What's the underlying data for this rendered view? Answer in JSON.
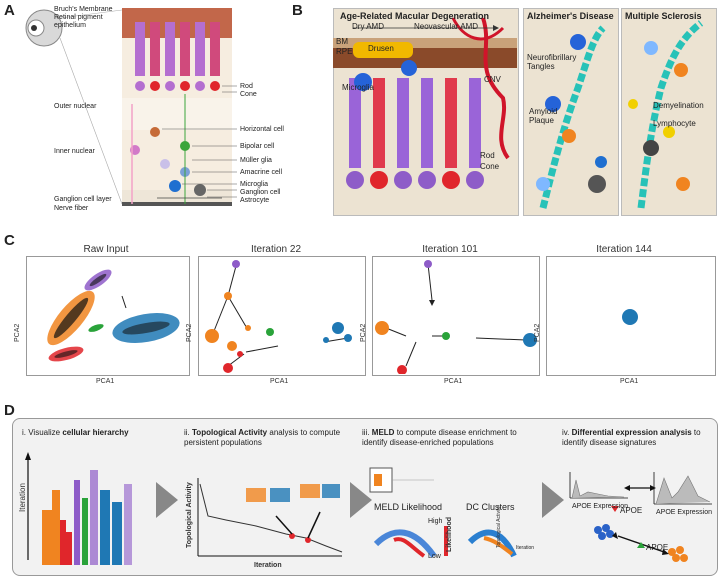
{
  "panels": {
    "A": {
      "letter": "A",
      "labels_top": [
        "Bruch's Membrane",
        "Retinal pigment",
        "epithelium"
      ],
      "labels_right": [
        "Rod",
        "Cone",
        "Horizontal cell",
        "Bipolar cell",
        "Müller glia",
        "Amacrine cell",
        "Microglia",
        "Ganglion cell",
        "Astrocyte"
      ],
      "labels_left": [
        "Outer nuclear",
        "Inner nuclear",
        "Ganglion cell layer",
        "Nerve fiber"
      ]
    },
    "B": {
      "letter": "B",
      "amd_title": "Age-Related Macular Degeneration",
      "dry_amd": "Dry AMD",
      "neo_amd": "Neovascular AMD",
      "bm": "BM",
      "rpe": "RPE",
      "drusen": "Drusen",
      "cnv": "CNV",
      "microglia": "Microglia",
      "rod": "Rod",
      "cone": "Cone",
      "alz_title": "Alzheimer's Disease",
      "neurofib1": "Neurofibrillary",
      "neurofib2": "Tangles",
      "amyloid1": "Amyloid",
      "amyloid2": "Plaque",
      "ms_title": "Multiple Sclerosis",
      "demyel": "Demyelination",
      "lymph": "Lymphocyte"
    },
    "C": {
      "letter": "C",
      "titles": [
        "Raw Input",
        "Iteration 22",
        "Iteration 101",
        "Iteration 144"
      ],
      "xlabel": "PCA1",
      "ylabel": "PCA2"
    },
    "D": {
      "letter": "D",
      "step1_num": "i.",
      "step1_pre": "Visualize ",
      "step1_bold": "cellular hierarchy",
      "step1_axis": "Iteration",
      "step2_num": "ii.",
      "step2_bold": "Topological Activity",
      "step2_rest": " analysis to compute persistent populations",
      "step2_ylabel": "Topological Activity",
      "step2_xlabel": "Iteration",
      "step3_num": "iii.",
      "step3_bold": "MELD",
      "step3_rest": " to compute disease enrichment to identify disease-enriched populations",
      "meld_likelihood": "MELD Likelihood",
      "dc_clusters": "DC Clusters",
      "high": "High",
      "low": "Low",
      "likelihood_v": "Likelihood",
      "iteration_small": "Iteration",
      "topact_small": "Topological Activity",
      "step4_num": "iv.",
      "step4_bold": "Differential expression analysis",
      "step4_rest": " to identify disease signatures",
      "apoe_expr1": "APOE Expression",
      "apoe_expr2": "APOE Expression",
      "apoe_down": "APOE",
      "apoe_up": "APOE"
    }
  },
  "colors": {
    "purple": "#8e5cc8",
    "orange": "#f08420",
    "red": "#e0262b",
    "green": "#2aa33a",
    "blue": "#1f78b4",
    "black": "#111111"
  }
}
